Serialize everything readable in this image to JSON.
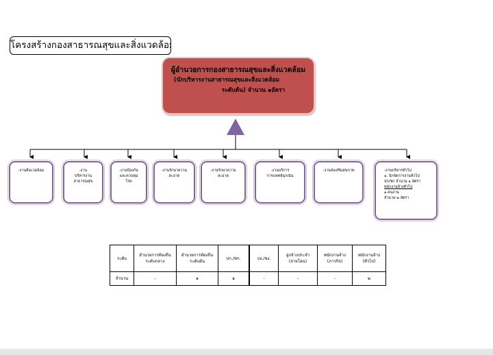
{
  "title": "โครงสร้างกองสาธารณสุขและสิ่งแวดล้อม",
  "director": {
    "line1": "ผู้อำนวยการกองสาธารณสุขและสิ่งแวดล้อม",
    "line2": "(นักบริหารงานสาธารณสุขและสิ่งแวดล้อม",
    "line3": "ระดับต้น) จำนวน ๑อัตรา"
  },
  "colors": {
    "director_fill": "#c0504d",
    "box_border": "#8064a2",
    "triangle": "#8064a2"
  },
  "units": [
    {
      "lines": [
        "-งานสิ่งแวดล้อม"
      ]
    },
    {
      "lines": [
        "-งาน",
        "บริหารงาน",
        "สาธารณสุข"
      ]
    },
    {
      "lines": [
        "-งานป้องกัน",
        "และควบคุม",
        "โรค"
      ]
    },
    {
      "lines": [
        "-งานรักษาความ",
        "สะอาด"
      ]
    },
    {
      "lines": [
        "-งานรักษาความ",
        "สะอาด"
      ]
    },
    {
      "lines": [
        "-งานบริการ",
        "การแพทย์ฉุกเฉิน"
      ]
    },
    {
      "lines": [
        "-งานส่งเสริมสุขภาพ"
      ]
    },
    {
      "lines": [
        "-งานบริหารทั่วไป",
        "๑. นักจัดการงานทั่วไป",
        "ปก/ชก  จำนวน ๑ อัตรา",
        "พนักงานจ้างทั่วไป",
        "๑.คนงาน",
        "จำนวน  ๒  อัตรา"
      ]
    }
  ],
  "table": {
    "headers": [
      "ระดับ",
      "อำนวยการท้องถิ่น\nระดับกลาง",
      "อำนวยการท้องถิ่น\nระดับต้น",
      "ปก./ชก.",
      "ปง./ชง.",
      "ลูกจ้างประจำ\n(ถ่ายโอน)",
      "พนักงานจ้าง\n(ภารกิจ)",
      "พนักงานจ้าง\n(ทั่วไป)"
    ],
    "row_label": "จำนวน",
    "values": [
      "-",
      "๑",
      "๑",
      "-",
      "-",
      "-",
      "๒"
    ]
  }
}
